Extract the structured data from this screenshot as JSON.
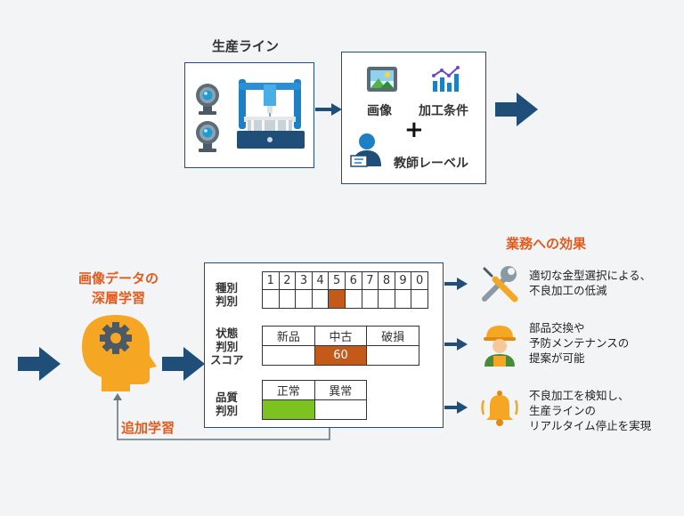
{
  "top": {
    "line_title": "生産ライン",
    "image_label": "画像",
    "conditions_label": "加工条件",
    "plus": "+",
    "teacher_label": "教師レーベル"
  },
  "ai": {
    "title_line1": "画像データの",
    "title_line2": "深層学習",
    "feedback_label": "追加学習"
  },
  "results": {
    "type_label": [
      "種別",
      "判別"
    ],
    "type_cells": [
      "1",
      "2",
      "3",
      "4",
      "5",
      "6",
      "7",
      "8",
      "9",
      "0"
    ],
    "type_selected_index": 4,
    "state_label": [
      "状態",
      "判別",
      "スコア"
    ],
    "state_headers": [
      "新品",
      "中古",
      "破損"
    ],
    "state_score": "60",
    "state_selected_index": 1,
    "quality_label": [
      "品質",
      "判別"
    ],
    "quality_headers": [
      "正常",
      "異常"
    ],
    "quality_selected_index": 0
  },
  "effects": {
    "title": "業務への効果",
    "items": [
      {
        "icon": "wrench-screwdriver-icon",
        "lines": [
          "適切な金型選択による、",
          "不良加工の低減"
        ]
      },
      {
        "icon": "worker-icon",
        "lines": [
          "部品交換や",
          "予防メンテナンスの",
          "提案が可能"
        ]
      },
      {
        "icon": "alarm-bell-icon",
        "lines": [
          "不良加工を検知し、",
          "生産ラインの",
          "リアルタイム停止を実現"
        ]
      }
    ]
  },
  "colors": {
    "navy": "#1f4e79",
    "accent_red": "#e35a1d",
    "rust": "#c45a1a",
    "green": "#7cc221",
    "orange": "#f5a623"
  }
}
